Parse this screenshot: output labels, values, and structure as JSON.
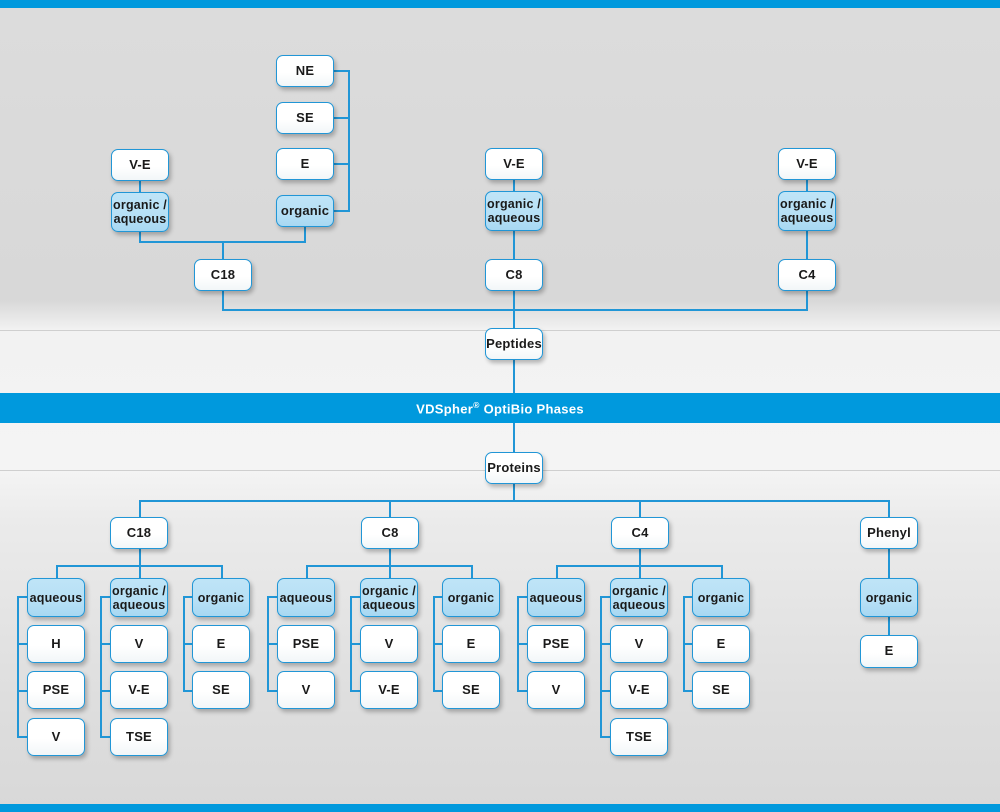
{
  "banner": {
    "text_prefix": "VDSpher",
    "registered": "®",
    "text_suffix": " OptiBio Phases"
  },
  "peptides": {
    "root_label": "Peptides",
    "columns": [
      {
        "sorbent": "C18",
        "modes": [
          {
            "label": "organic /\naqueous",
            "highlighted": false,
            "products": [
              "V-E"
            ]
          },
          {
            "label": "organic",
            "highlighted": true,
            "products": [
              "NE",
              "SE",
              "E"
            ]
          }
        ]
      },
      {
        "sorbent": "C8",
        "modes": [
          {
            "label": "organic /\naqueous",
            "highlighted": false,
            "products": [
              "V-E"
            ]
          }
        ]
      },
      {
        "sorbent": "C4",
        "modes": [
          {
            "label": "organic /\naqueous",
            "highlighted": false,
            "products": [
              "V-E"
            ]
          }
        ]
      }
    ]
  },
  "proteins": {
    "root_label": "Proteins",
    "columns": [
      {
        "sorbent": "C18",
        "groups": [
          {
            "mode": "aqueous",
            "products": [
              "H",
              "PSE",
              "V"
            ]
          },
          {
            "mode": "organic /\naqueous",
            "products": [
              "V",
              "V-E",
              "TSE"
            ]
          },
          {
            "mode": "organic",
            "products": [
              "E",
              "SE"
            ]
          }
        ]
      },
      {
        "sorbent": "C8",
        "groups": [
          {
            "mode": "aqueous",
            "products": [
              "PSE",
              "V"
            ]
          },
          {
            "mode": "organic /\naqueous",
            "products": [
              "V",
              "V-E"
            ]
          },
          {
            "mode": "organic",
            "products": [
              "E",
              "SE"
            ]
          }
        ]
      },
      {
        "sorbent": "C4",
        "groups": [
          {
            "mode": "aqueous",
            "products": [
              "PSE",
              "V"
            ]
          },
          {
            "mode": "organic /\naqueous",
            "products": [
              "V",
              "V-E",
              "TSE"
            ]
          },
          {
            "mode": "organic",
            "products": [
              "E",
              "SE"
            ]
          }
        ]
      },
      {
        "sorbent": "Phenyl",
        "groups": [
          {
            "mode": "organic",
            "products": [
              "E"
            ]
          }
        ]
      }
    ]
  },
  "labels": {
    "p_c18_ve": "V-E",
    "p_c18_oa": "organic /\naqueous",
    "p_c18": "C18",
    "p_ne": "NE",
    "p_se": "SE",
    "p_e": "E",
    "p_org": "organic",
    "p_c8_ve": "V-E",
    "p_c8_oa": "organic /\naqueous",
    "p_c8": "C8",
    "p_c4_ve": "V-E",
    "p_c4_oa": "organic /\naqueous",
    "p_c4": "C4",
    "peptides": "Peptides",
    "proteins": "Proteins",
    "b_c18": "C18",
    "b_c8": "C8",
    "b_c4": "C4",
    "b_phenyl": "Phenyl",
    "aqueous": "aqueous",
    "organic_aqueous_1": "organic /",
    "organic_aqueous_2": "aqueous",
    "organic": "organic",
    "H": "H",
    "PSE": "PSE",
    "V": "V",
    "V-E": "V-E",
    "TSE": "TSE",
    "E": "E",
    "SE": "SE"
  },
  "colors": {
    "accent": "#0099dd",
    "line": "#2196d6",
    "node_fill_highlight": "#b6e0f6",
    "background": "#dcdcdc"
  }
}
